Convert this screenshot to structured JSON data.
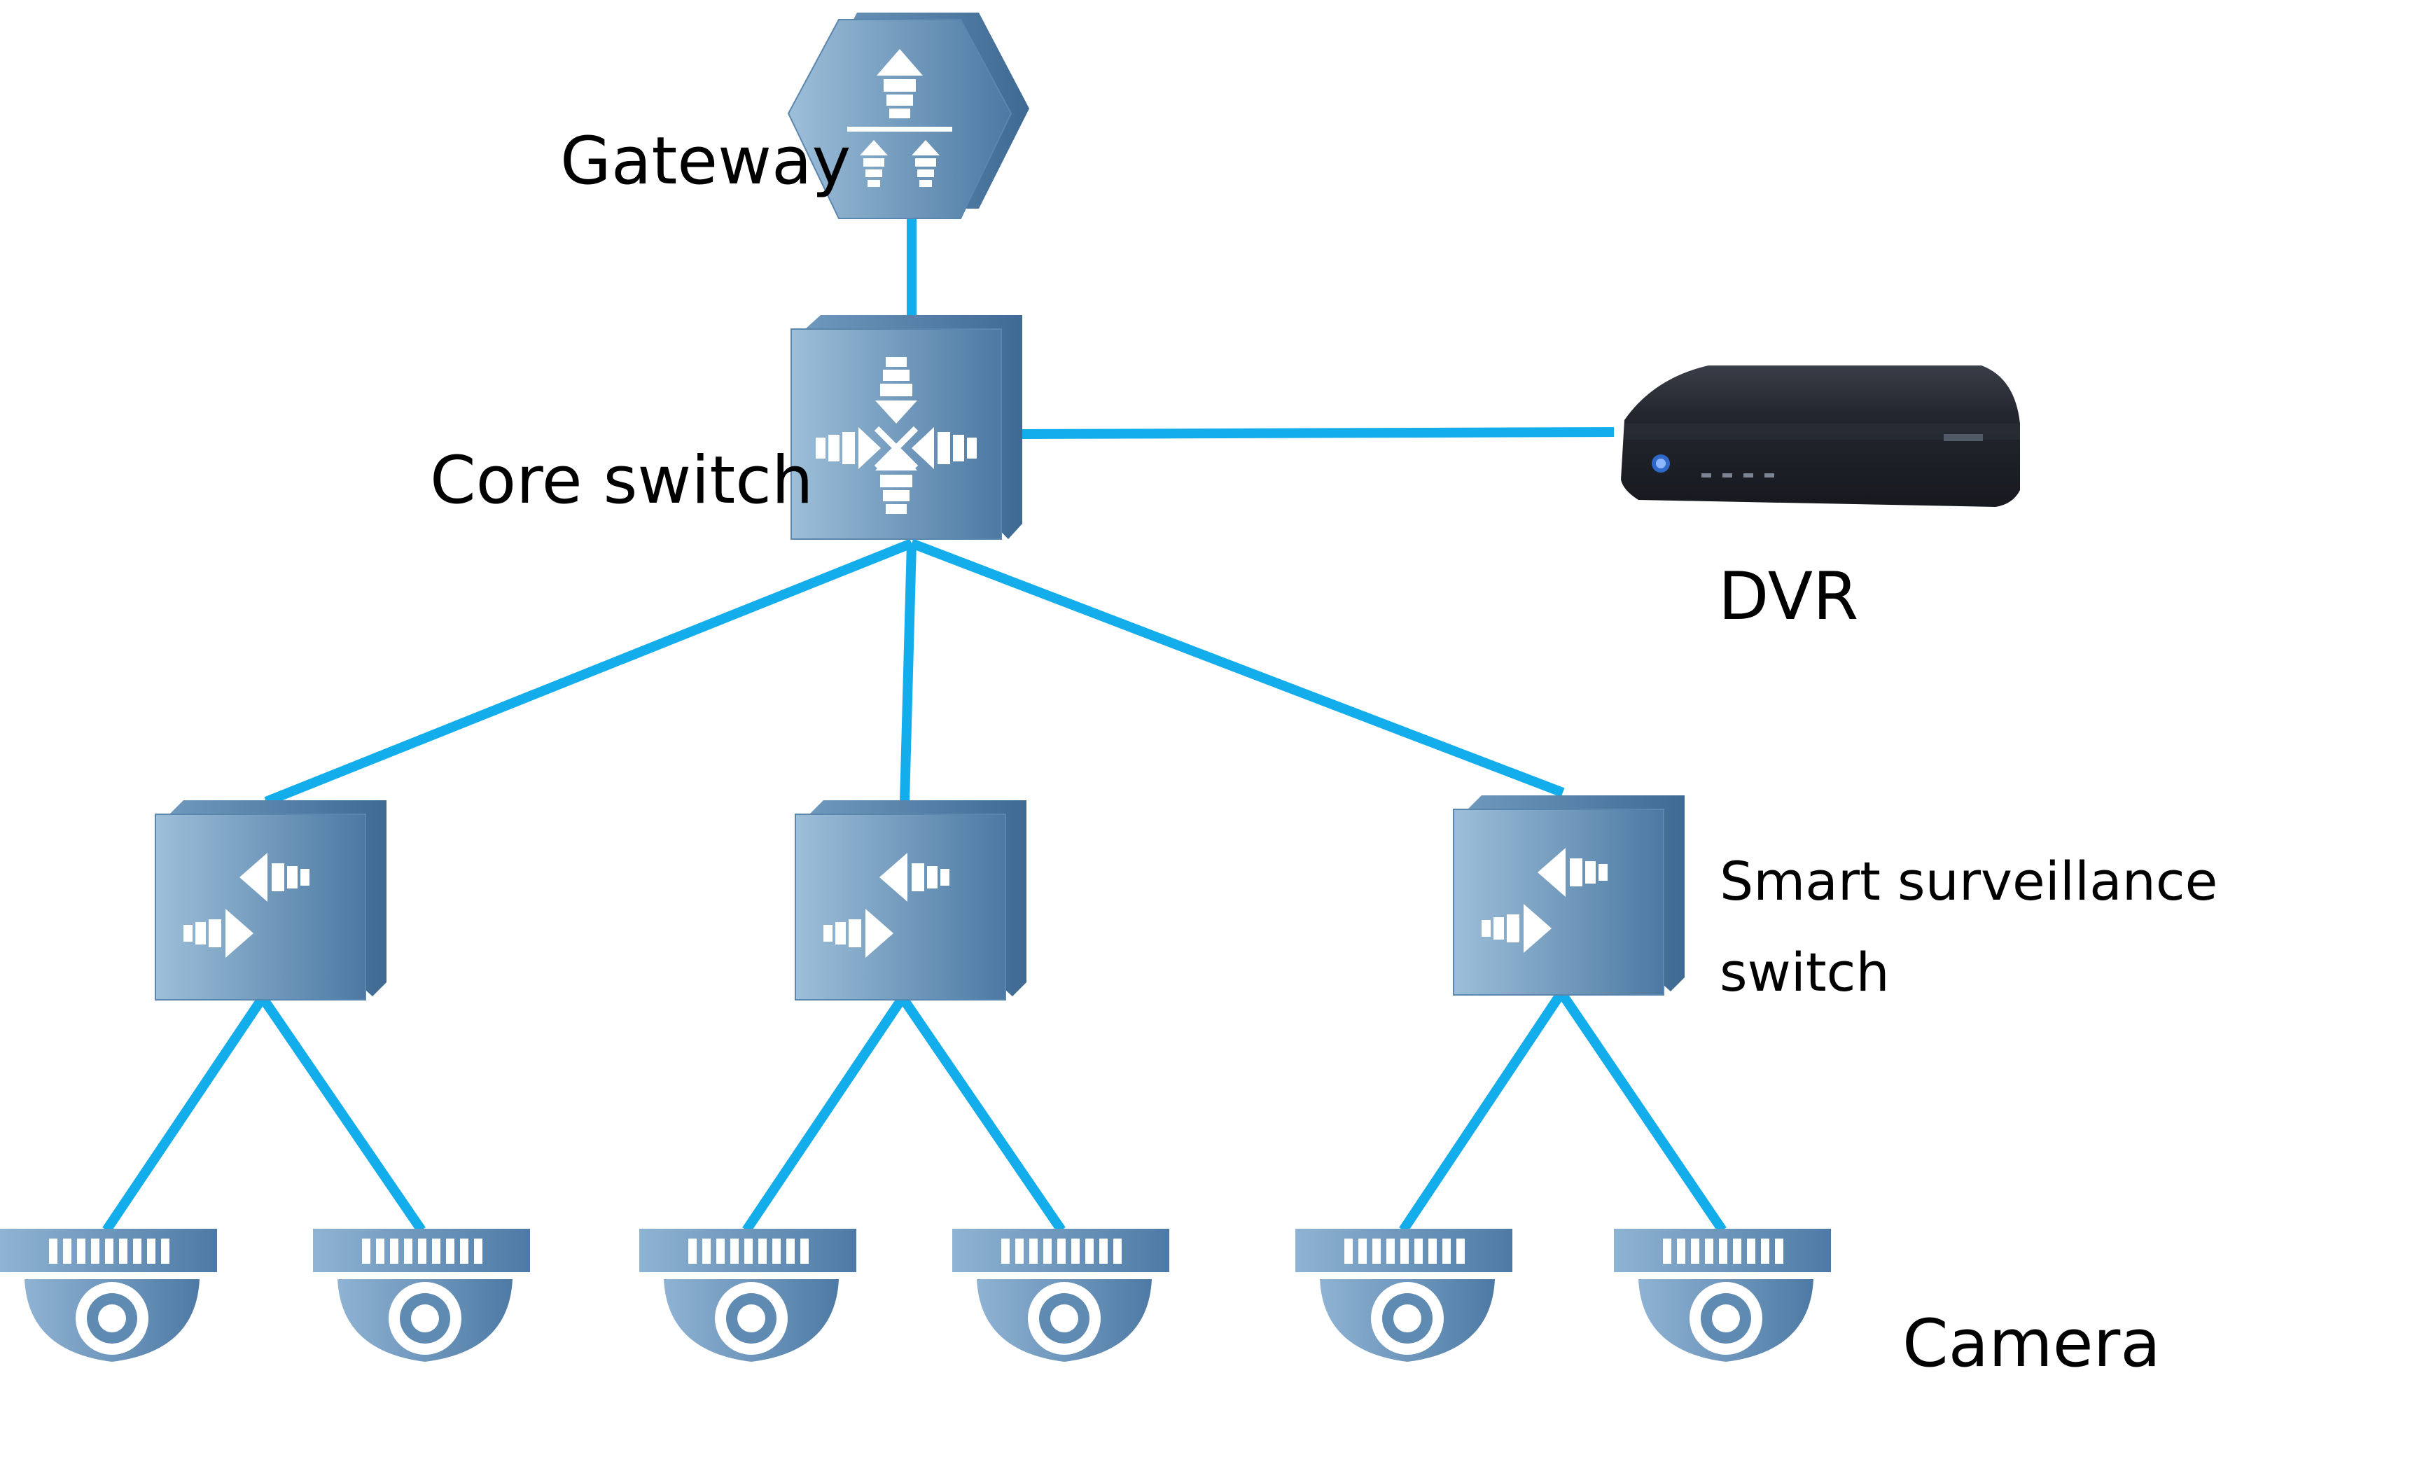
{
  "labels": {
    "gateway": "Gateway",
    "core_switch": "Core switch",
    "dvr": "DVR",
    "smart_switch_line1": "Smart surveillance",
    "smart_switch_line2": "switch",
    "camera": "Camera"
  },
  "colors": {
    "link": "#13adec",
    "device_light": "#8fb3d1",
    "device_dark": "#4f7ca6",
    "device_edge": "#6a93b8",
    "dvr_body": "#1c1f26"
  },
  "icons": {
    "gateway": "gateway-hexagon-icon",
    "core_switch": "core-switch-icon",
    "access_switch": "access-switch-icon",
    "camera": "dome-camera-icon",
    "dvr": "dvr-recorder-icon"
  },
  "nodes": {
    "gateway": {
      "label_key": "gateway"
    },
    "core_switch": {
      "label_key": "core_switch"
    },
    "dvr": {
      "label_key": "dvr"
    },
    "access_switches": [
      {
        "id": "access-switch-1",
        "cameras": [
          "camera-1",
          "camera-2"
        ]
      },
      {
        "id": "access-switch-2",
        "cameras": [
          "camera-3",
          "camera-4"
        ]
      },
      {
        "id": "access-switch-3",
        "cameras": [
          "camera-5",
          "camera-6"
        ]
      }
    ]
  }
}
